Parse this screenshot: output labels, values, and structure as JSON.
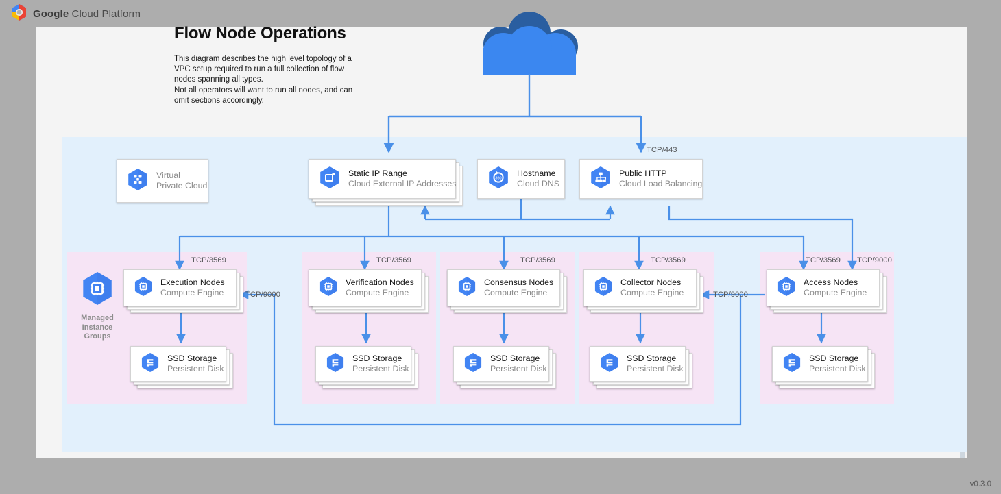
{
  "brand": {
    "logo_icon": "google-cloud-platform-logo",
    "bold_word": "Google",
    "rest": " Cloud Platform"
  },
  "header": {
    "title": "Flow Node Operations",
    "description": "This diagram describes the high level topology of a\nVPC setup required to run a full collection of flow\nnodes spanning all types.\nNot all operators will want to run all nodes, and can\nomit sections accordingly."
  },
  "footer": {
    "version": "v0.3.0"
  },
  "internet": {
    "icon": "cloud-icon"
  },
  "colors": {
    "vpc_background": "#e2f0fc",
    "group_background": "#f6e4f5",
    "canvas_background": "#f4f4f4",
    "page_background": "#adadad",
    "connector": "#4a90e8",
    "gcp_icon_blue": "#4285f4",
    "cloud_front": "#3b87f0",
    "cloud_back": "#2a5ea0"
  },
  "top_nodes": [
    {
      "id": "vpc",
      "icon": "virtual-private-cloud-icon",
      "title": "Virtual",
      "subtitle": "Private Cloud",
      "muted": true,
      "stacked": false
    },
    {
      "id": "static-ip",
      "icon": "static-ip-icon",
      "title": "Static IP Range",
      "subtitle": "Cloud External IP Addresses",
      "muted": false,
      "stacked": true
    },
    {
      "id": "hostname",
      "icon": "cloud-dns-icon",
      "title": "Hostname",
      "subtitle": "Cloud DNS",
      "muted": false,
      "stacked": false
    },
    {
      "id": "public-http",
      "icon": "load-balancer-icon",
      "title": "Public HTTP",
      "subtitle": "Cloud Load Balancing",
      "muted": false,
      "stacked": false
    }
  ],
  "mig": {
    "icon": "managed-instance-groups-icon",
    "label": "Managed\nInstance\nGroups"
  },
  "groups": [
    {
      "id": "execution",
      "node": {
        "icon": "compute-engine-icon",
        "title": "Execution Nodes",
        "subtitle": "Compute Engine"
      },
      "storage": {
        "icon": "persistent-disk-icon",
        "title": "SSD Storage",
        "subtitle": "Persistent Disk"
      },
      "ingress_port": "TCP/3569"
    },
    {
      "id": "verification",
      "node": {
        "icon": "compute-engine-icon",
        "title": "Verification Nodes",
        "subtitle": "Compute Engine"
      },
      "storage": {
        "icon": "persistent-disk-icon",
        "title": "SSD Storage",
        "subtitle": "Persistent Disk"
      },
      "ingress_port": "TCP/3569"
    },
    {
      "id": "consensus",
      "node": {
        "icon": "compute-engine-icon",
        "title": "Consensus Nodes",
        "subtitle": "Compute Engine"
      },
      "storage": {
        "icon": "persistent-disk-icon",
        "title": "SSD Storage",
        "subtitle": "Persistent Disk"
      },
      "ingress_port": "TCP/3569"
    },
    {
      "id": "collector",
      "node": {
        "icon": "compute-engine-icon",
        "title": "Collector Nodes",
        "subtitle": "Compute Engine"
      },
      "storage": {
        "icon": "persistent-disk-icon",
        "title": "SSD Storage",
        "subtitle": "Persistent Disk"
      },
      "ingress_port": "TCP/3569"
    },
    {
      "id": "access",
      "node": {
        "icon": "compute-engine-icon",
        "title": "Access Nodes",
        "subtitle": "Compute Engine"
      },
      "storage": {
        "icon": "persistent-disk-icon",
        "title": "SSD Storage",
        "subtitle": "Persistent Disk"
      },
      "ingress_port": "TCP/3569"
    }
  ],
  "port_labels": {
    "lb_ingress": "TCP/443",
    "access_9000": "TCP/9000",
    "collector_9000": "TCP/9000",
    "execution_9000": "TCP/9000"
  }
}
